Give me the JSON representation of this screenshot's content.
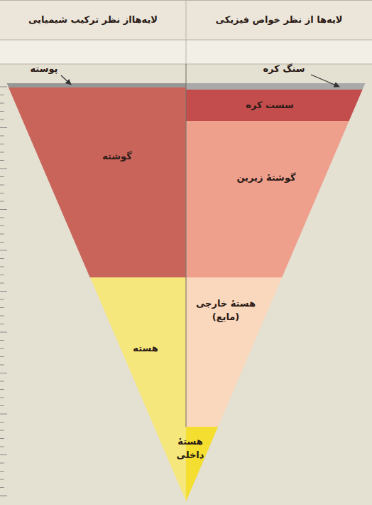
{
  "diagram": {
    "nodes": [
      {
        "text": [
          "سست کره"
        ]
      },
      {
        "text": [
          "گوشتهٔ زیرین"
        ]
      },
      {
        "text": [
          "هستهٔ خارجی (مایع)"
        ]
      },
      {
        "text": [
          "هستهٔ داخلی"
        ]
      },
      {
        "text": [
          "گوشته"
        ]
      },
      {
        "text": [
          "هسته"
        ]
      }
    ],
    "labels": [
      "لایه‌ها از نظر خواص فیزیکی",
      "لایه‌هااز نظر ترکیب شیمیایی",
      "سنگ کره",
      "پوسته"
    ]
  }
}
